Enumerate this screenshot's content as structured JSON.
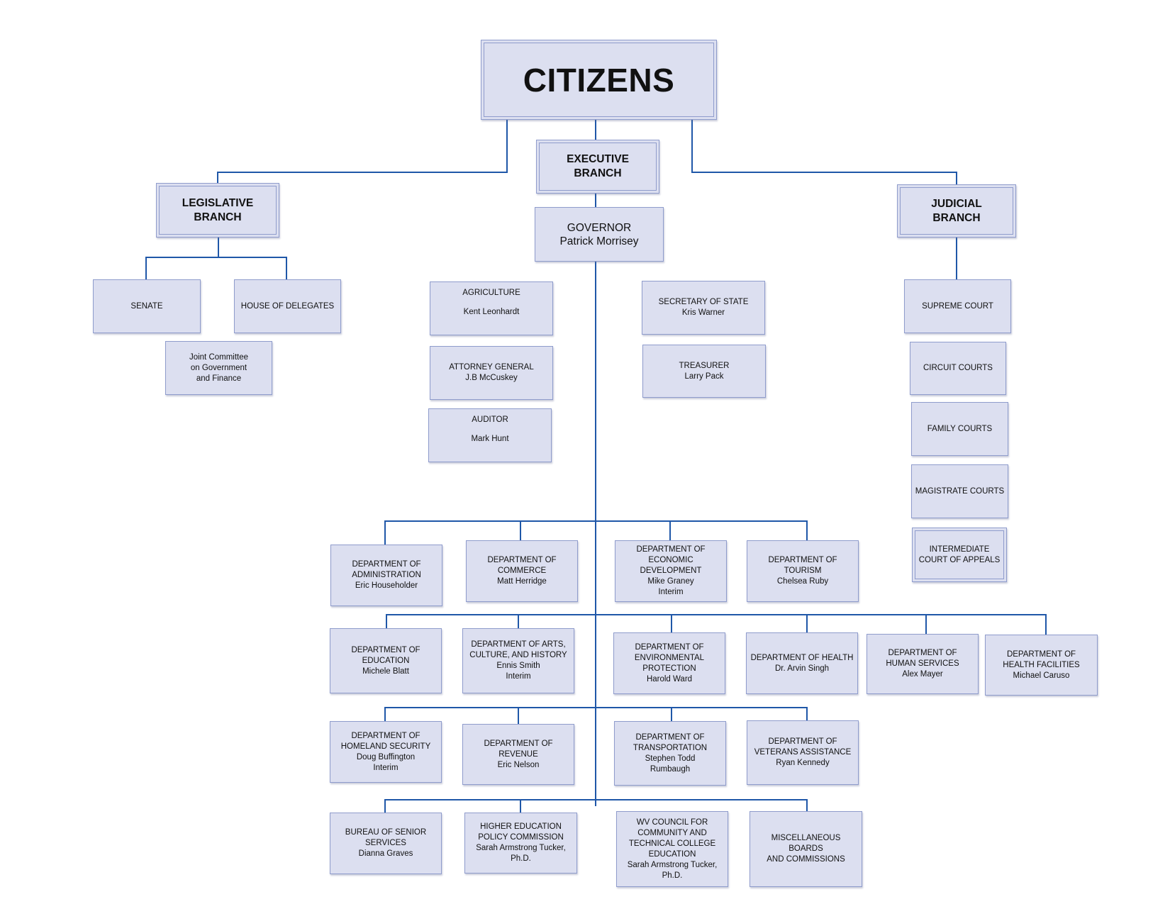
{
  "root": {
    "label": "CITIZENS"
  },
  "branches": {
    "legislative": {
      "line1": "LEGISLATIVE",
      "line2": "BRANCH"
    },
    "executive": {
      "line1": "EXECUTIVE",
      "line2": "BRANCH"
    },
    "judicial": {
      "line1": "JUDICIAL",
      "line2": "BRANCH"
    }
  },
  "governor": {
    "title": "GOVERNOR",
    "name": "Patrick Morrisey"
  },
  "legislative": {
    "senate": "SENATE",
    "house": "HOUSE OF DELEGATES",
    "joint_committee": [
      "Joint Committee",
      "on Government",
      "and Finance"
    ]
  },
  "constitutional_officers": {
    "agriculture": {
      "title": "AGRICULTURE",
      "name": "Kent Leonhardt"
    },
    "attorney_general": {
      "title": "ATTORNEY GENERAL",
      "name": "J.B McCuskey"
    },
    "auditor": {
      "title": "AUDITOR",
      "name": "Mark Hunt"
    },
    "secretary_of_state": {
      "title": "SECRETARY OF STATE",
      "name": "Kris Warner"
    },
    "treasurer": {
      "title": "TREASURER",
      "name": "Larry Pack"
    }
  },
  "judicial": {
    "supreme": "SUPREME COURT",
    "circuit": "CIRCUIT COURTS",
    "family": "FAMILY COURTS",
    "magistrate": "MAGISTRATE COURTS",
    "intermediate": [
      "INTERMEDIATE",
      "COURT OF APPEALS"
    ]
  },
  "departments": {
    "row1": [
      {
        "lines": [
          "DEPARTMENT OF",
          "ADMINISTRATION",
          "Eric Householder"
        ]
      },
      {
        "lines": [
          "DEPARTMENT OF",
          "COMMERCE",
          "Matt Herridge"
        ]
      },
      {
        "lines": [
          "DEPARTMENT OF",
          "ECONOMIC",
          "DEVELOPMENT",
          "Mike Graney",
          "Interim"
        ]
      },
      {
        "lines": [
          "DEPARTMENT OF",
          "TOURISM",
          "Chelsea Ruby"
        ]
      }
    ],
    "row2": [
      {
        "lines": [
          "DEPARTMENT OF",
          "EDUCATION",
          "Michele Blatt"
        ]
      },
      {
        "lines": [
          "DEPARTMENT OF ARTS,",
          "CULTURE, AND HISTORY",
          "Ennis Smith",
          "Interim"
        ]
      },
      {
        "lines": [
          "DEPARTMENT OF",
          "ENVIRONMENTAL",
          "PROTECTION",
          "Harold Ward"
        ]
      },
      {
        "lines": [
          "DEPARTMENT OF HEALTH",
          "Dr. Arvin Singh"
        ]
      },
      {
        "lines": [
          "DEPARTMENT OF",
          "HUMAN SERVICES",
          "Alex Mayer"
        ]
      },
      {
        "lines": [
          "DEPARTMENT OF",
          "HEALTH FACILITIES",
          "Michael Caruso"
        ]
      }
    ],
    "row3": [
      {
        "lines": [
          "DEPARTMENT OF",
          "HOMELAND SECURITY",
          "Doug Buffington",
          "Interim"
        ]
      },
      {
        "lines": [
          "DEPARTMENT OF",
          "REVENUE",
          "Eric Nelson"
        ]
      },
      {
        "lines": [
          "DEPARTMENT OF",
          "TRANSPORTATION",
          "Stephen Todd",
          "Rumbaugh"
        ]
      },
      {
        "lines": [
          "DEPARTMENT OF",
          "VETERANS ASSISTANCE",
          "Ryan Kennedy"
        ]
      }
    ],
    "row4": [
      {
        "lines": [
          "BUREAU OF SENIOR",
          "SERVICES",
          "Dianna Graves"
        ]
      },
      {
        "lines": [
          "HIGHER EDUCATION",
          "POLICY COMMISSION",
          "Sarah Armstrong Tucker,",
          "Ph.D."
        ]
      },
      {
        "lines": [
          "WV COUNCIL FOR",
          "COMMUNITY AND",
          "TECHNICAL COLLEGE",
          "EDUCATION",
          "Sarah Armstrong Tucker,",
          "Ph.D."
        ]
      },
      {
        "lines": [
          "MISCELLANEOUS BOARDS",
          "AND COMMISSIONS"
        ]
      }
    ]
  },
  "colors": {
    "line": "#1f57a8",
    "box_fill": "#dcdff0",
    "box_border": "#8f9ccc"
  }
}
